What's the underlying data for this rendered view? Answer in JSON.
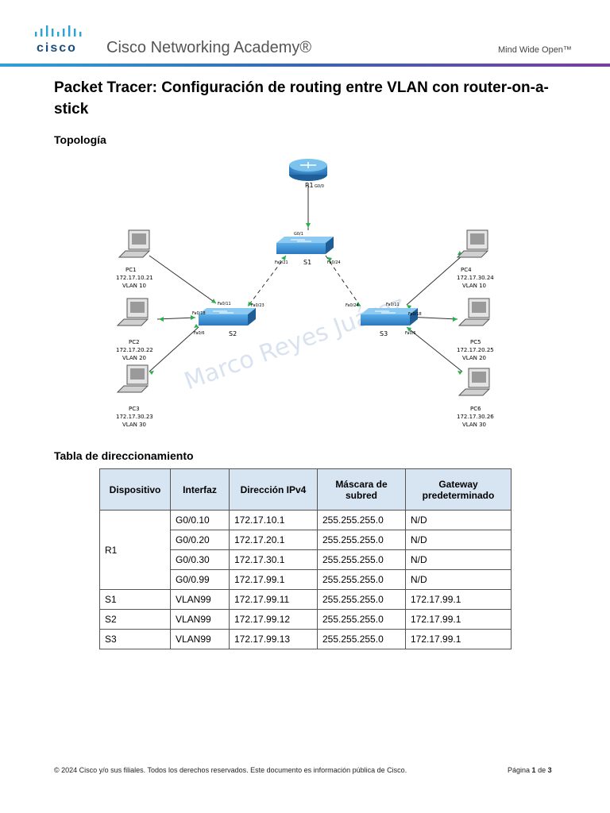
{
  "header": {
    "logo_text": "cisco",
    "academy": "Cisco Networking Academy®",
    "tagline": "Mind Wide Open™"
  },
  "title": "Packet Tracer: Configuración de routing entre VLAN con router-on-a-stick",
  "sections": {
    "topology": "Topología",
    "addressing": "Tabla de direccionamiento"
  },
  "topology": {
    "router": {
      "name": "R1",
      "port": "G0/0"
    },
    "switches": {
      "s1": {
        "name": "S1",
        "uplink": "G0/1",
        "p21": "Fa0/21",
        "p24": "Fa0/24"
      },
      "s2": {
        "name": "S2",
        "p11": "Fa0/11",
        "p18": "Fa0/18",
        "p6": "Fa0/6",
        "p23": "Fa0/23"
      },
      "s3": {
        "name": "S3",
        "p24": "Fa0/24",
        "p11": "Fa0/11",
        "p18": "Fa0/18",
        "p6": "Fa0/6"
      }
    },
    "pcs": {
      "pc1": {
        "name": "PC1",
        "ip": "172.17.10.21",
        "vlan": "VLAN 10"
      },
      "pc2": {
        "name": "PC2",
        "ip": "172.17.20.22",
        "vlan": "VLAN 20"
      },
      "pc3": {
        "name": "PC3",
        "ip": "172.17.30.23",
        "vlan": "VLAN 30"
      },
      "pc4": {
        "name": "PC4",
        "ip": "172.17.30.24",
        "vlan": "VLAN 10"
      },
      "pc5": {
        "name": "PC5",
        "ip": "172.17.20.25",
        "vlan": "VLAN 20"
      },
      "pc6": {
        "name": "PC6",
        "ip": "172.17.30.26",
        "vlan": "VLAN 30"
      }
    },
    "watermark": "Marco Reyes Juárez"
  },
  "table": {
    "headers": [
      "Dispositivo",
      "Interfaz",
      "Dirección IPv4",
      "Máscara de subred",
      "Gateway predeterminado"
    ],
    "r1": {
      "device": "R1",
      "rows": [
        [
          "G0/0.10",
          "172.17.10.1",
          "255.255.255.0",
          "N/D"
        ],
        [
          "G0/0.20",
          "172.17.20.1",
          "255.255.255.0",
          "N/D"
        ],
        [
          "G0/0.30",
          "172.17.30.1",
          "255.255.255.0",
          "N/D"
        ],
        [
          "G0/0.99",
          "172.17.99.1",
          "255.255.255.0",
          "N/D"
        ]
      ]
    },
    "rows": [
      [
        "S1",
        "VLAN99",
        "172.17.99.11",
        "255.255.255.0",
        "172.17.99.1"
      ],
      [
        "S2",
        "VLAN99",
        "172.17.99.12",
        "255.255.255.0",
        "172.17.99.1"
      ],
      [
        "S3",
        "VLAN99",
        "172.17.99.13",
        "255.255.255.0",
        "172.17.99.1"
      ]
    ]
  },
  "footer": {
    "copyright": "© 2024 Cisco y/o sus filiales. Todos los derechos reservados. Este documento es información pública de Cisco.",
    "page_prefix": "Página",
    "page_num": "1",
    "page_of": "de",
    "page_total": "3"
  }
}
